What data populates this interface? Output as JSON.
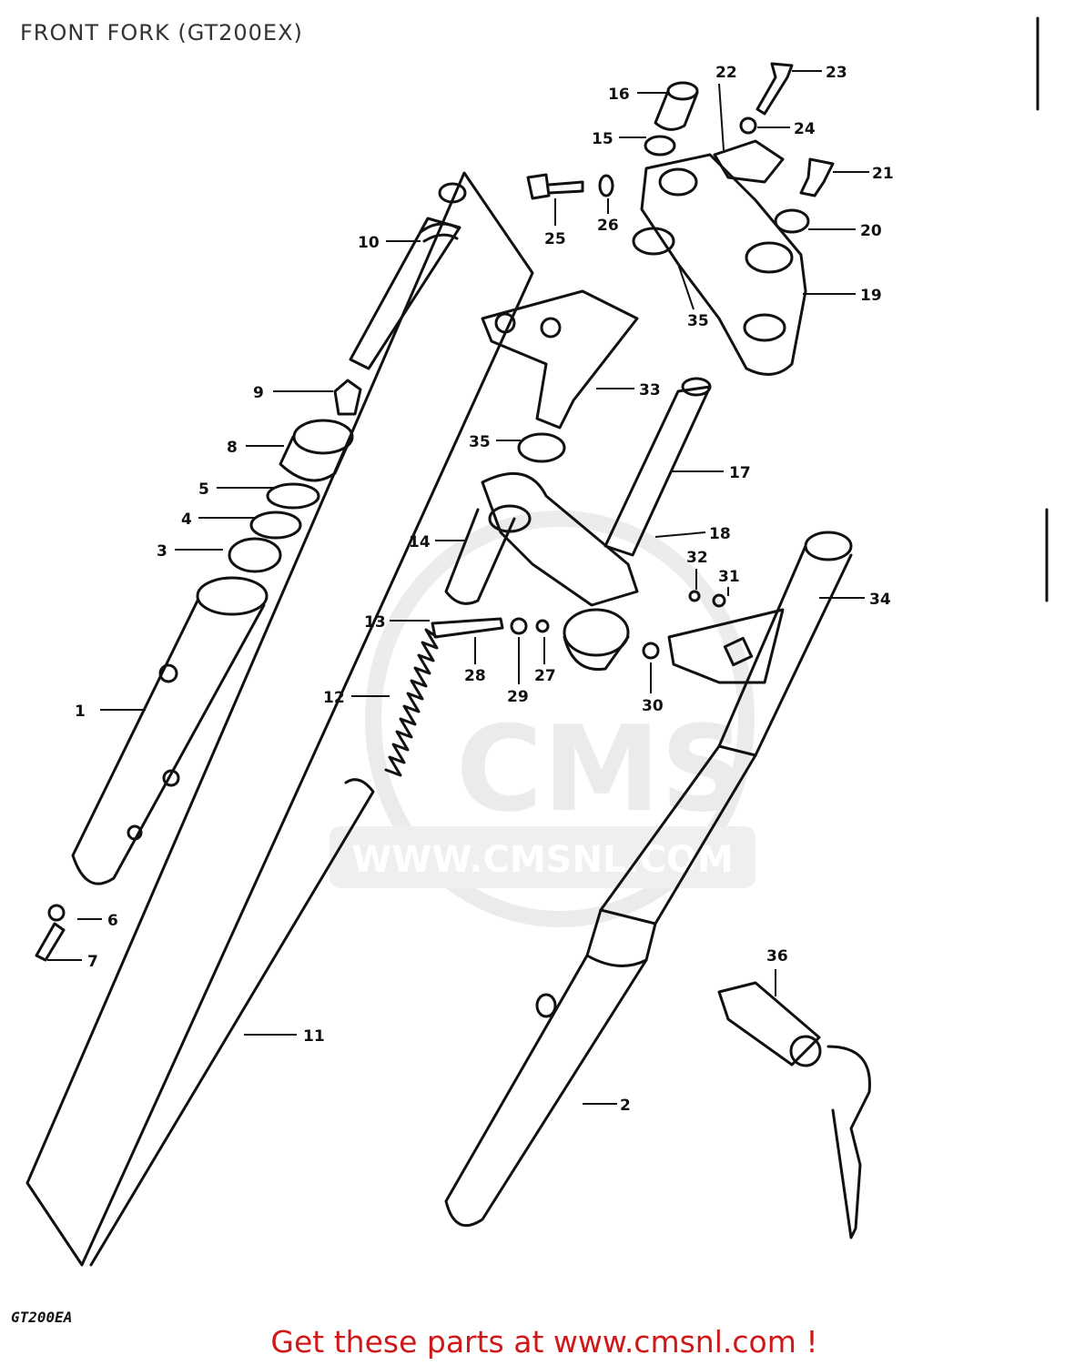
{
  "title": "FRONT FORK (GT200EX)",
  "diagram_code": "GT200EA",
  "footer_text": "Get these parts at www.cmsnl.com !",
  "watermark": {
    "brand": "CMS",
    "url": "WWW.CMSNL.COM"
  },
  "callouts": [
    {
      "id": "1",
      "label": "1"
    },
    {
      "id": "2",
      "label": "2"
    },
    {
      "id": "3",
      "label": "3"
    },
    {
      "id": "4",
      "label": "4"
    },
    {
      "id": "5",
      "label": "5"
    },
    {
      "id": "6",
      "label": "6"
    },
    {
      "id": "7",
      "label": "7"
    },
    {
      "id": "8",
      "label": "8"
    },
    {
      "id": "9",
      "label": "9"
    },
    {
      "id": "10",
      "label": "10"
    },
    {
      "id": "11",
      "label": "11"
    },
    {
      "id": "12",
      "label": "12"
    },
    {
      "id": "13",
      "label": "13"
    },
    {
      "id": "14",
      "label": "14"
    },
    {
      "id": "15",
      "label": "15"
    },
    {
      "id": "16",
      "label": "16"
    },
    {
      "id": "17",
      "label": "17"
    },
    {
      "id": "18",
      "label": "18"
    },
    {
      "id": "19",
      "label": "19"
    },
    {
      "id": "20",
      "label": "20"
    },
    {
      "id": "21",
      "label": "21"
    },
    {
      "id": "22",
      "label": "22"
    },
    {
      "id": "23",
      "label": "23"
    },
    {
      "id": "24",
      "label": "24"
    },
    {
      "id": "25",
      "label": "25"
    },
    {
      "id": "26",
      "label": "26"
    },
    {
      "id": "27",
      "label": "27"
    },
    {
      "id": "28",
      "label": "28"
    },
    {
      "id": "29",
      "label": "29"
    },
    {
      "id": "30",
      "label": "30"
    },
    {
      "id": "31",
      "label": "31"
    },
    {
      "id": "32",
      "label": "32"
    },
    {
      "id": "33",
      "label": "33"
    },
    {
      "id": "34",
      "label": "34"
    },
    {
      "id": "35a",
      "label": "35"
    },
    {
      "id": "35b",
      "label": "35"
    },
    {
      "id": "36",
      "label": "36"
    }
  ],
  "colors": {
    "line": "#111111",
    "footer": "#d01818",
    "watermark": "#d8d8d8"
  }
}
